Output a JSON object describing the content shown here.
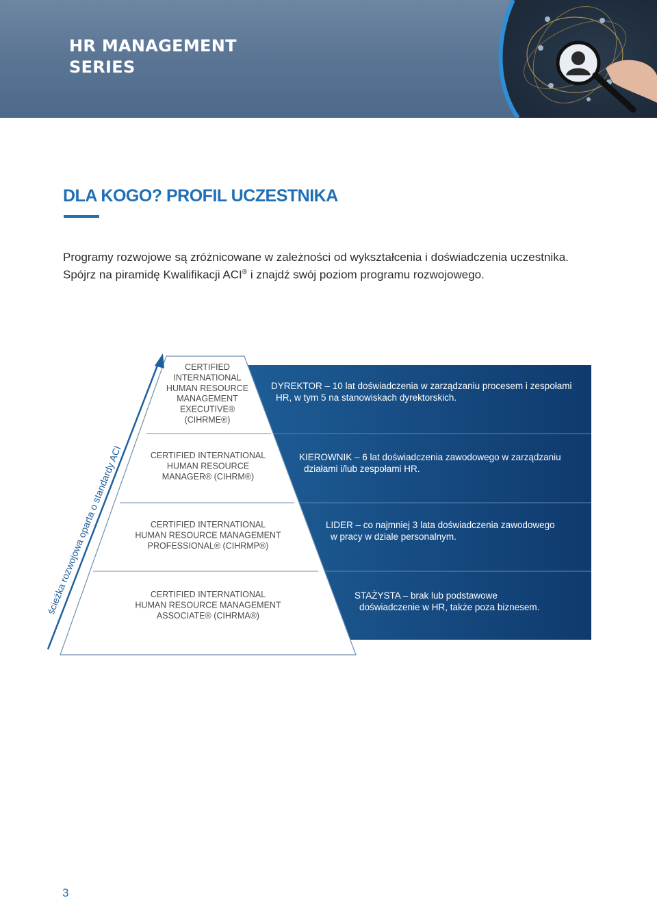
{
  "header": {
    "title_line1": "HR MANAGEMENT",
    "title_line2": "SERIES",
    "illustration": "magnifier-over-people-network"
  },
  "section": {
    "title": "DLA KOGO? PROFIL UCZESTNIKA"
  },
  "intro": {
    "line1": "Programy rozwojowe są  zróżnicowane w zależności od wykształcenia i doświadczenia uczestnika.",
    "line2_before": "Spójrz na piramidę Kwalifikacji ACI",
    "line2_sup": "®",
    "line2_after": " i znajdź swój poziom programu rozwojowego."
  },
  "pyramid": {
    "axis_label": "ścieżka rozwojowa oparta o standardy ACI",
    "levels": [
      {
        "cert_lines": [
          "CERTIFIED",
          "INTERNATIONAL",
          "HUMAN RESOURCE",
          "MANAGEMENT",
          "EXECUTIVE®",
          "(CIHRME®)"
        ],
        "desc_lines": [
          "DYREKTOR – 10 lat doświadczenia w zarządzaniu procesem i zespołami",
          "HR, w tym 5 na stanowiskach dyrektorskich."
        ]
      },
      {
        "cert_lines": [
          "CERTIFIED INTERNATIONAL",
          "HUMAN RESOURCE",
          "MANAGER® (CIHRM®)"
        ],
        "desc_lines": [
          "KIEROWNIK – 6 lat doświadczenia zawodowego w zarządzaniu",
          "działami i/lub zespołami HR."
        ]
      },
      {
        "cert_lines": [
          "CERTIFIED INTERNATIONAL",
          "HUMAN RESOURCE MANAGEMENT",
          "PROFESSIONAL® (CIHRMP®)"
        ],
        "desc_lines": [
          "LIDER – co najmniej 3 lata doświadczenia zawodowego",
          "w pracy w dziale personalnym."
        ]
      },
      {
        "cert_lines": [
          "CERTIFIED INTERNATIONAL",
          "HUMAN RESOURCE MANAGEMENT",
          "ASSOCIATE® (CIHRMA®)"
        ],
        "desc_lines": [
          "STAŻYSTA – brak lub podstawowe",
          "doświadczenie w HR, także poza biznesem."
        ]
      }
    ]
  },
  "footer": {
    "page_number": "3"
  },
  "colors": {
    "accent": "#1f6fb6",
    "banner": "#5a7594",
    "panel_light": "#1e5d96",
    "panel_dark": "#0f3a6e",
    "pyramid_line": "#6f8fb0"
  }
}
